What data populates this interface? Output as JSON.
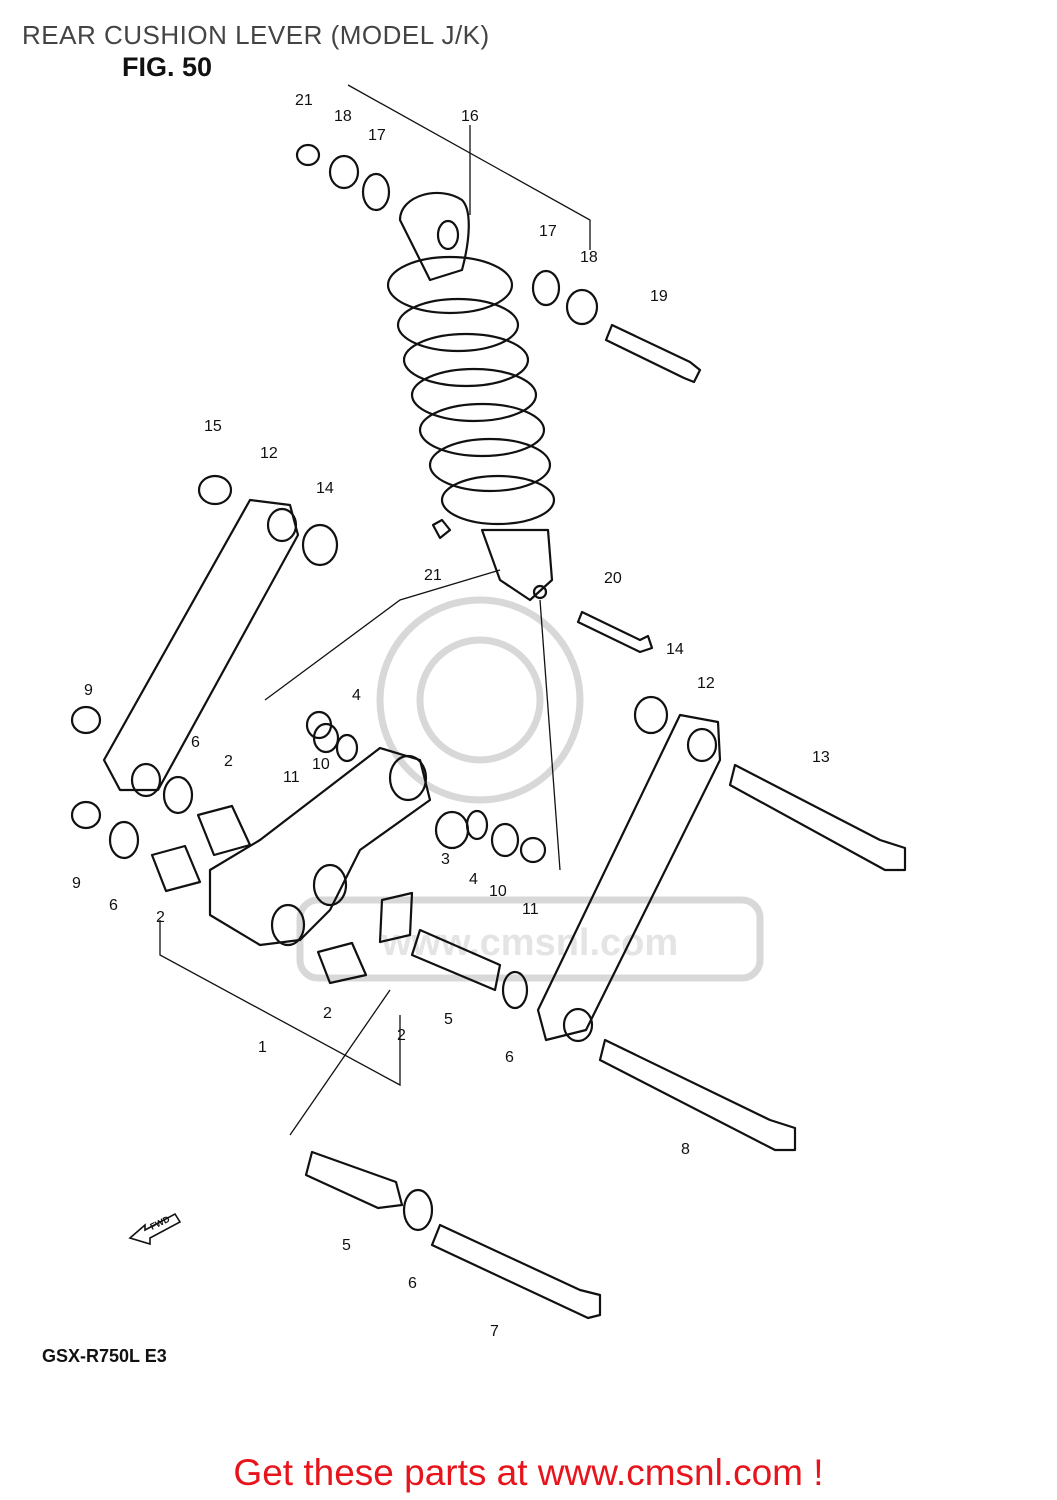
{
  "title": "REAR CUSHION LEVER (MODEL J/K)",
  "figure_label": "FIG. 50",
  "model_code": "GSX-R750L  E3",
  "footer_link": "Get these parts at www.cmsnl.com !",
  "watermark_text": "www.cmsnl.com",
  "fwd_label": "FWD",
  "callouts": {
    "c1": "1",
    "c2a": "2",
    "c2b": "2",
    "c2c": "2",
    "c2d": "2",
    "c3": "3",
    "c4a": "4",
    "c4b": "4",
    "c5a": "5",
    "c5b": "5",
    "c6a": "6",
    "c6b": "6",
    "c6c": "6",
    "c6d": "6",
    "c7": "7",
    "c8": "8",
    "c9a": "9",
    "c9b": "9",
    "c10a": "10",
    "c10b": "10",
    "c11a": "11",
    "c11b": "11",
    "c12a": "12",
    "c12b": "12",
    "c13": "13",
    "c14a": "14",
    "c14b": "14",
    "c15": "15",
    "c16": "16",
    "c17a": "17",
    "c17b": "17",
    "c18a": "18",
    "c18b": "18",
    "c19": "19",
    "c20": "20",
    "c21a": "21",
    "c21b": "21"
  }
}
